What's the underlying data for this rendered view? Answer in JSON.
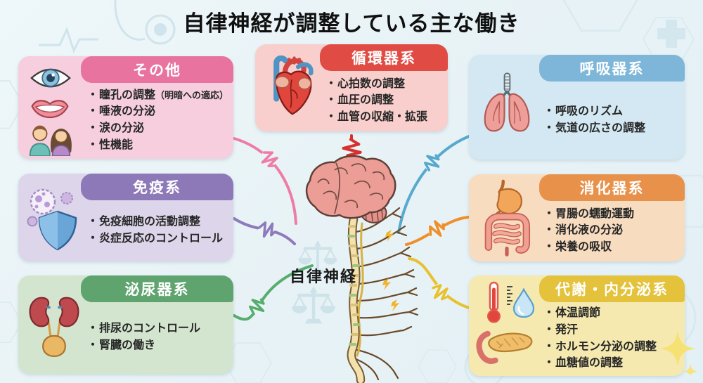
{
  "title": "自律神経が調整している主な働き",
  "center_label": "自律神経",
  "colors": {
    "page_bg": "#eaf4f7",
    "title_text": "#101010",
    "body_text": "#262626",
    "halo": "#eaf4f7",
    "watermark": "#bdd7e2",
    "sparkle": "#f6e171"
  },
  "center_illustration": {
    "icons": [
      "brain-icon",
      "spinal-cord-icon",
      "nerve-branches-icon",
      "scales-watermark-icon",
      "lightning-bolt-icon"
    ]
  },
  "decorations": [
    "stethoscope-icon",
    "hexagon-pattern",
    "medical-cross-icon",
    "heartbeat-line-icon",
    "sparkle-icon"
  ],
  "cards": [
    {
      "id": "others",
      "title": "その他",
      "items": [
        "瞳孔の調整",
        "唾液の分泌",
        "涙の分泌",
        "性機能"
      ],
      "note": "（明暗への適応）",
      "icons": [
        "eye-icon",
        "lips-icon",
        "couple-icon"
      ],
      "colors": {
        "header": "#e8739f",
        "body": "#f6cede",
        "connector": "#ee7da6"
      }
    },
    {
      "id": "immune",
      "title": "免疫系",
      "items": [
        "免疫細胞の活動調整",
        "炎症反応のコントロール"
      ],
      "icons": [
        "immune-cells-icon",
        "shield-icon"
      ],
      "colors": {
        "header": "#8d79b7",
        "body": "#ddd5ea",
        "connector": "#8e7abc"
      }
    },
    {
      "id": "urinary",
      "title": "泌尿器系",
      "items": [
        "排尿のコントロール",
        "腎臓の働き"
      ],
      "icons": [
        "kidneys-bladder-icon"
      ],
      "colors": {
        "header": "#5fa46f",
        "body": "#d3e5cf",
        "connector": "#57ad6e"
      }
    },
    {
      "id": "circulatory",
      "title": "循環器系",
      "items": [
        "心拍数の調整",
        "血圧の調整",
        "血管の収縮・拡張"
      ],
      "icons": [
        "heart-icon"
      ],
      "colors": {
        "header": "#e04b44",
        "body": "#f8cfcd",
        "connector": "#d6312f"
      }
    },
    {
      "id": "respiratory",
      "title": "呼吸器系",
      "items": [
        "呼吸のリズム",
        "気道の広さの調整"
      ],
      "icons": [
        "lungs-icon"
      ],
      "colors": {
        "header": "#7db6d8",
        "body": "#d3e8f2",
        "connector": "#57a9cd"
      }
    },
    {
      "id": "digestive",
      "title": "消化器系",
      "items": [
        "胃腸の蠕動運動",
        "消化液の分泌",
        "栄養の吸収"
      ],
      "icons": [
        "stomach-intestines-icon"
      ],
      "colors": {
        "header": "#e8914a",
        "body": "#f8dcc0",
        "connector": "#ef8f2b"
      }
    },
    {
      "id": "metabolic",
      "title": "代謝・内分泌系",
      "items": [
        "体温調節",
        "発汗",
        "ホルモン分泌の調整",
        "血糖値の調整"
      ],
      "icons": [
        "thermometer-icon",
        "water-drop-icon",
        "pancreas-icon"
      ],
      "colors": {
        "header": "#e4c23c",
        "body": "#f5e9b0",
        "connector": "#e7c22e"
      }
    }
  ]
}
